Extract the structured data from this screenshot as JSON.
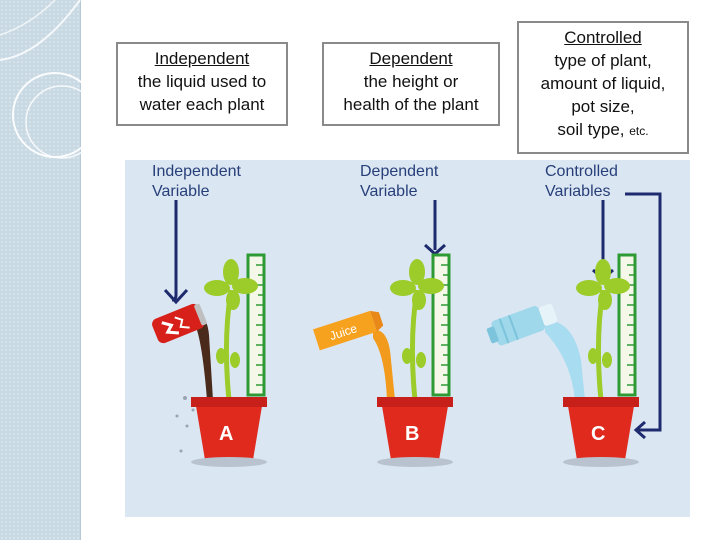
{
  "boxes": {
    "independent": {
      "heading": "Independent",
      "line1": "the liquid used to",
      "line2": "water each plant"
    },
    "dependent": {
      "heading": "Dependent",
      "line1": "the height or",
      "line2": "health of the plant"
    },
    "controlled": {
      "heading": "Controlled",
      "line1": "type of plant,",
      "line2": "amount of liquid,",
      "line3": "pot size,",
      "line4": "soil type,",
      "etc": "etc."
    }
  },
  "panel": {
    "independent_label_1": "Independent",
    "independent_label_2": "Variable",
    "dependent_label_1": "Dependent",
    "dependent_label_2": "Variable",
    "controlled_label_1": "Controlled",
    "controlled_label_2": "Variables",
    "juice_label": "Juice",
    "pot_a": "A",
    "pot_b": "B",
    "pot_c": "C"
  },
  "colors": {
    "label_text": "#273f78",
    "arrow": "#1e2a6e",
    "pot": "#e02a1e",
    "plant": "#9ccc2a",
    "ruler": "#2e9a34",
    "soda_liquid": "#4a2a1a",
    "juice_liquid": "#f29a1c",
    "water_liquid": "#a8dcf0"
  },
  "icons": [
    "soda-can-icon",
    "juice-box-icon",
    "water-bottle-icon",
    "ruler-icon",
    "plant-icon",
    "pot-icon"
  ]
}
